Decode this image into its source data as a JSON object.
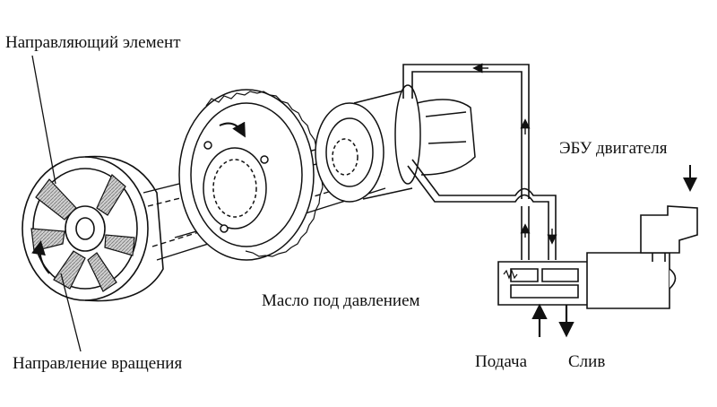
{
  "labels": {
    "guide_element": "Направляющий элемент",
    "rotation_direction": "Направление вращения",
    "ecu": "ЭБУ двигателя",
    "oil_pressure": "Масло под давлением",
    "supply": "Подача",
    "drain": "Слив"
  },
  "colors": {
    "line": "#111111",
    "hatch": "#8a8a8a",
    "background": "#ffffff"
  }
}
